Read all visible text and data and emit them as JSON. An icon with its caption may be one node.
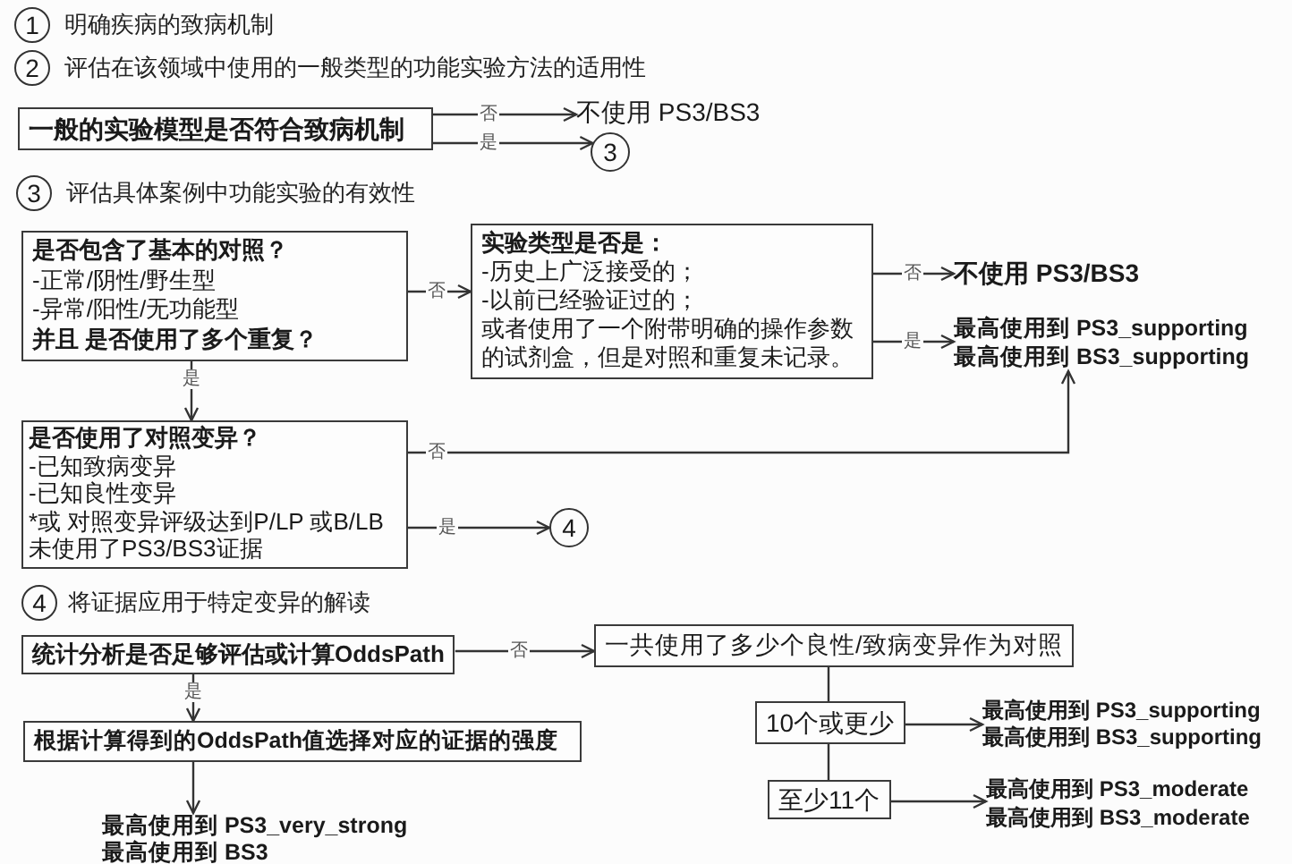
{
  "diagram": {
    "nodes": [
      {
        "text": [
          "1"
        ],
        "beside": [
          "明确疾病的致病机制"
        ]
      },
      {
        "text": [
          "2"
        ],
        "beside": [
          "评估在该领域中使用的一般类型的功能实验方法的适用性"
        ]
      },
      {
        "text": [
          "一般的实验模型是否符合致病机制"
        ]
      },
      {
        "text": [
          "不使用 PS3/BS3"
        ]
      },
      {
        "text": [
          "3"
        ]
      },
      {
        "text": [
          "3"
        ],
        "beside": [
          "评估具体案例中功能实验的有效性"
        ]
      },
      {
        "text": [
          "是否包含了基本的对照？",
          "-正常/阴性/野生型",
          "-异常/阳性/无功能型",
          "并且 是否使用了多个重复？"
        ]
      },
      {
        "text": [
          "实验类型是否是：",
          "-历史上广泛接受的；",
          "-以前已经验证过的；",
          "或者使用了一个附带明确的操作参数的试剂盒，但是对照和重复未记录。"
        ]
      },
      {
        "text": [
          "不使用 PS3/BS3"
        ]
      },
      {
        "text": [
          "最高使用到 PS3_supporting",
          "最高使用到 BS3_supporting"
        ]
      },
      {
        "text": [
          "是否使用了对照变异？",
          "-已知致病变异",
          "-已知良性变异",
          "*或 对照变异评级达到P/LP 或B/LB 未使用了PS3/BS3证据"
        ]
      },
      {
        "text": [
          "4"
        ]
      },
      {
        "text": [
          "4"
        ],
        "beside": [
          "将证据应用于特定变异的解读"
        ]
      },
      {
        "text": [
          "统计分析是否足够评估或计算OddsPath"
        ]
      },
      {
        "text": [
          "一共使用了多少个良性/致病变异作为对照"
        ]
      },
      {
        "text": [
          "根据计算得到的OddsPath值选择对应的证据的强度"
        ]
      },
      {
        "text": [
          "最高使用到 PS3_very_strong",
          "最高使用到 BS3"
        ]
      },
      {
        "text": [
          "10个或更少"
        ]
      },
      {
        "text": [
          "最高使用到 PS3_supporting",
          "最高使用到 BS3_supporting"
        ]
      },
      {
        "text": [
          "至少11个"
        ]
      },
      {
        "text": [
          "最高使用到 PS3_moderate",
          "最高使用到 BS3_moderate"
        ]
      }
    ],
    "edges": [
      {
        "from": 2,
        "to": 3,
        "arrow": "to",
        "label": "否"
      },
      {
        "from": 2,
        "to": 4,
        "arrow": "to",
        "label": "是"
      },
      {
        "from": 6,
        "to": 7,
        "arrow": "to",
        "label": "否"
      },
      {
        "from": 6,
        "to": 10,
        "arrow": "to",
        "label": "是"
      },
      {
        "from": 7,
        "to": 8,
        "arrow": "to",
        "label": "否"
      },
      {
        "from": 7,
        "to": 9,
        "arrow": "to",
        "label": "是"
      },
      {
        "from": 10,
        "to": 9,
        "arrow": "to",
        "label": "否"
      },
      {
        "from": 10,
        "to": 11,
        "arrow": "to",
        "label": "是"
      },
      {
        "from": 13,
        "to": 14,
        "arrow": "to",
        "label": "否"
      },
      {
        "from": 13,
        "to": 15,
        "arrow": "to",
        "label": "是"
      },
      {
        "from": 15,
        "to": 16,
        "arrow": "to"
      },
      {
        "from": 14,
        "to": 17,
        "arrow": "none"
      },
      {
        "from": 17,
        "to": 19,
        "arrow": "none"
      },
      {
        "from": 17,
        "to": 18,
        "arrow": "to"
      },
      {
        "from": 19,
        "to": 20,
        "arrow": "to"
      }
    ]
  }
}
